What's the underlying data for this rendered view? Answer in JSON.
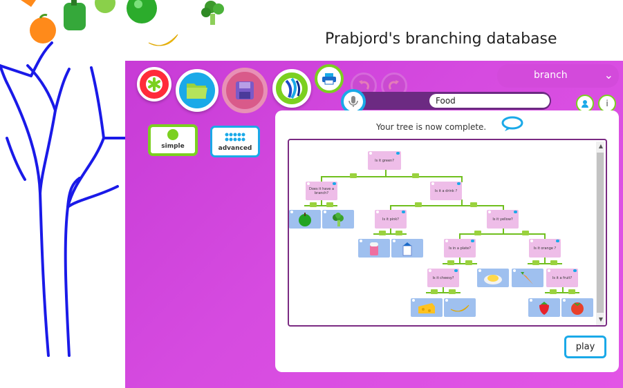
{
  "page": {
    "title": "Prabjord's branching database"
  },
  "toolbar": {
    "branch_label": "branch",
    "search_value": "Food",
    "info_label": "i"
  },
  "modes": {
    "simple_label": "simple",
    "advanced_label": "advanced"
  },
  "status": {
    "message": "Your tree is now complete."
  },
  "tree": {
    "questions": {
      "q1": "Is it green?",
      "q2": "Does it have a branch?",
      "q3": "Is it a drink ?",
      "q4": "Is it pink?",
      "q5": "Is it yellow?",
      "q6": "Is in a plate?",
      "q7": "Is it orange ?",
      "q8": "Is it cheesy?",
      "q9": "Is it a fruit?"
    },
    "leaves": [
      "apple",
      "broccoli",
      "milkshake",
      "milk",
      "omelette",
      "carrot",
      "cheese",
      "banana",
      "strawberry",
      "tomato"
    ]
  },
  "buttons": {
    "play_label": "play"
  },
  "colors": {
    "panel": "#d64be0",
    "accent_blue": "#1aa9e8",
    "accent_green": "#7bd020",
    "question_node": "#eebde8",
    "image_node": "#9fc0ef"
  }
}
